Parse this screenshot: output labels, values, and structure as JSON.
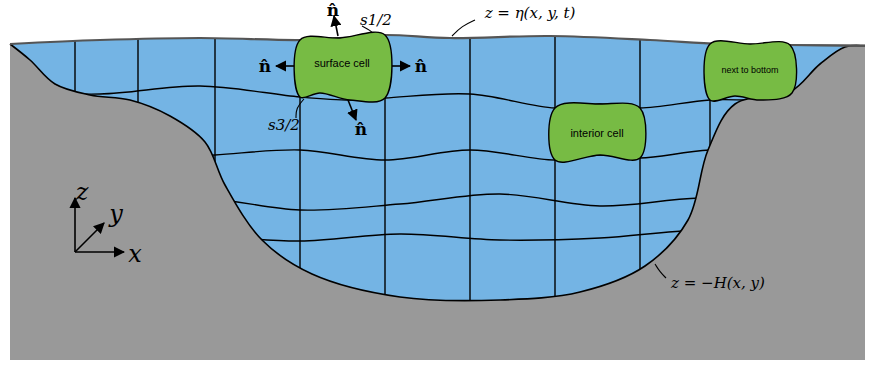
{
  "diagram": {
    "nodes": [
      {
        "text": [
          "surface cell"
        ]
      },
      {
        "text": [
          "interior cell"
        ]
      },
      {
        "text": [
          "next to bottom"
        ]
      }
    ],
    "labels": [
      "n̂",
      "n̂",
      "n̂",
      "n̂",
      "s1/2",
      "s3/2",
      "z = η(x, y, t)",
      "z = −H(x, y)",
      "z",
      "y",
      "x"
    ]
  }
}
